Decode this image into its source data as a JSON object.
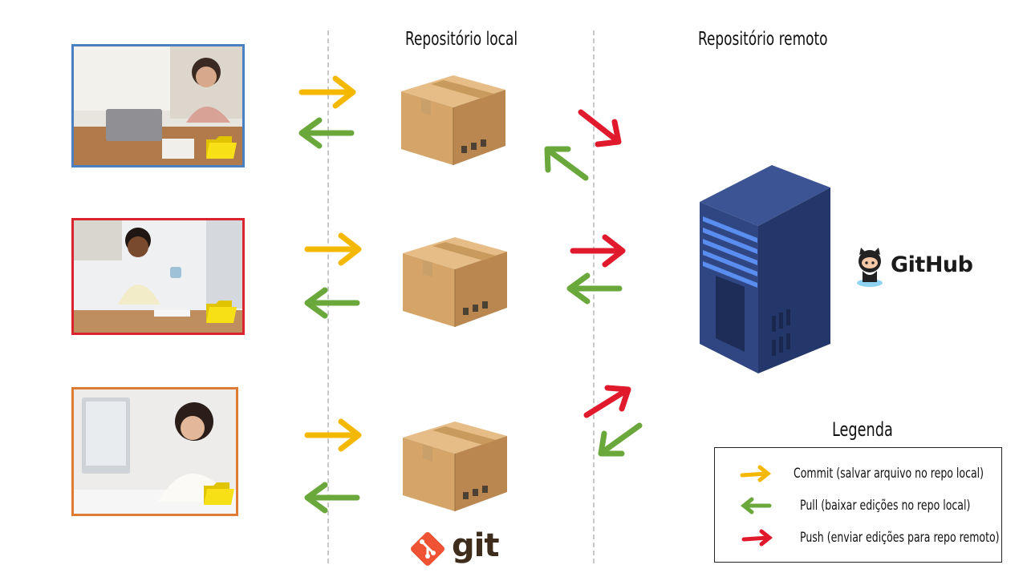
{
  "titles": {
    "local": "Repositório local",
    "remote": "Repositório remoto"
  },
  "legend": {
    "title": "Legenda",
    "items": [
      {
        "color": "#f5b800",
        "label": "Commit (salvar arquivo no repo local)"
      },
      {
        "color": "#6aa83c",
        "label": "Pull (baixar edições no repo local)"
      },
      {
        "color": "#e0192c",
        "label": "Push (enviar edições para repo remoto)"
      }
    ]
  },
  "logos": {
    "github": "GitHub",
    "git": "git"
  },
  "colors": {
    "commit": "#f5b800",
    "pull": "#6aa83c",
    "push": "#e0192c",
    "user1_border": "#4a7fc1",
    "user2_border": "#d9232e",
    "user3_border": "#e07b36",
    "folder": "#f7e016",
    "box": "#c89a63",
    "server": "#2c3f73"
  },
  "icons": [
    "folder-icon",
    "cardboard-box-icon",
    "server-icon",
    "github-octocat-icon",
    "git-logo-icon",
    "arrow-icon"
  ]
}
